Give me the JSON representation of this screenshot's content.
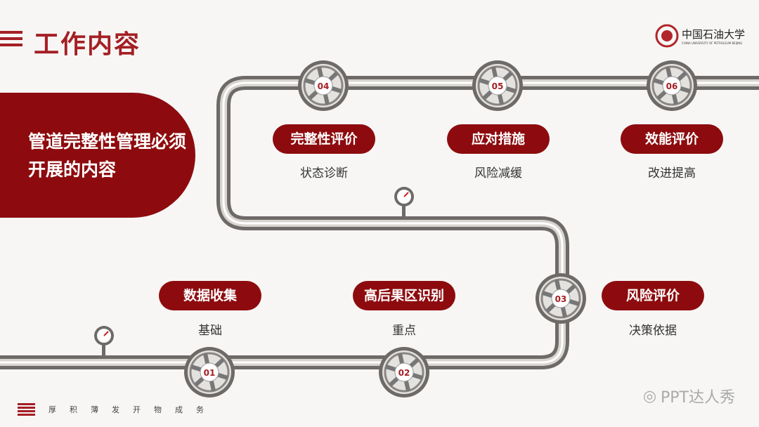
{
  "header": {
    "title": "工作内容",
    "logo_name": "中国石油大学",
    "logo_en": "CHINA UNIVERSITY OF PETROLEUM BEIJING"
  },
  "intro": "管道完整性管理必须开展的内容",
  "steps": [
    {
      "num": "01",
      "label": "数据收集",
      "sub": "基础"
    },
    {
      "num": "02",
      "label": "高后果区识别",
      "sub": "重点"
    },
    {
      "num": "03",
      "label": "风险评价",
      "sub": "决策依据"
    },
    {
      "num": "04",
      "label": "完整性评价",
      "sub": "状态诊断"
    },
    {
      "num": "05",
      "label": "应对措施",
      "sub": "风险减缓"
    },
    {
      "num": "06",
      "label": "效能评价",
      "sub": "改进提高"
    }
  ],
  "footer": [
    "厚",
    "积",
    "薄",
    "发",
    "开",
    "物",
    "成",
    "务"
  ],
  "watermark": "PPT达人秀",
  "colors": {
    "accent": "#8d0b0e",
    "pipe": "#6e6a68"
  }
}
